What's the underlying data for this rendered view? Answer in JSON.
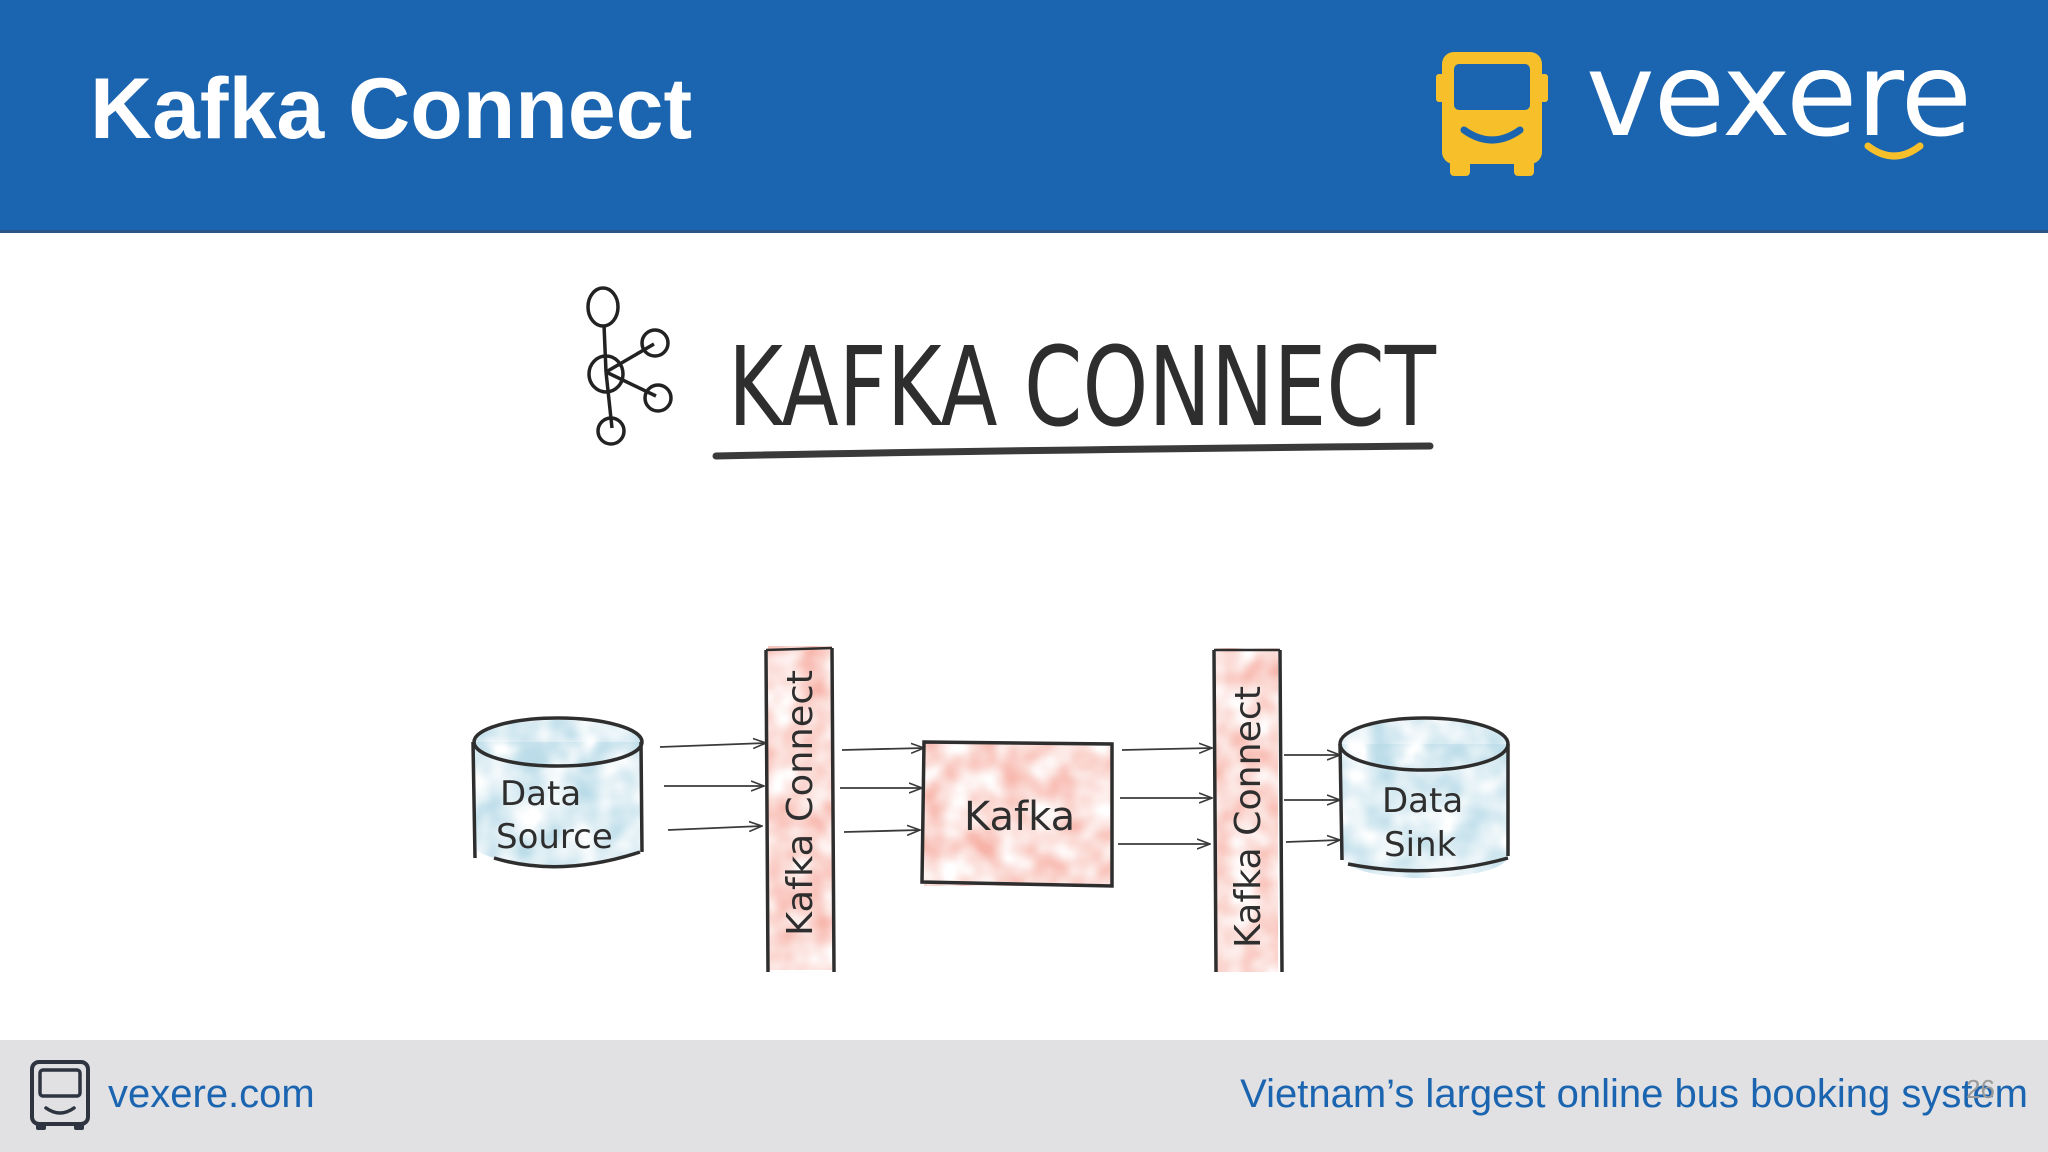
{
  "header": {
    "title": "Kafka Connect",
    "logo_text": "vexere",
    "background": "#1a64b0",
    "logo_icon": "bus-icon",
    "logo_icon_color": "#f7c02b"
  },
  "diagram": {
    "title": "KAFKA CONNECT",
    "title_icon": "kafka-network-icon",
    "nodes": [
      {
        "id": "data-source",
        "shape": "cylinder",
        "lines": [
          "Data",
          "Source"
        ],
        "fill": "#b9dbe8"
      },
      {
        "id": "kafka-connect-source",
        "shape": "vertical-bar",
        "label": "Kafka Connect",
        "fill": "#f7b3a8"
      },
      {
        "id": "kafka",
        "shape": "box",
        "label": "Kafka",
        "fill": "#f7b3a8"
      },
      {
        "id": "kafka-connect-sink",
        "shape": "vertical-bar",
        "label": "Kafka Connect",
        "fill": "#f7b3a8"
      },
      {
        "id": "data-sink",
        "shape": "cylinder",
        "lines": [
          "Data",
          "Sink"
        ],
        "fill": "#b9dbe8"
      }
    ],
    "edges": [
      {
        "from": "data-source",
        "to": "kafka-connect-source",
        "count": 3
      },
      {
        "from": "kafka-connect-source",
        "to": "kafka",
        "count": 3
      },
      {
        "from": "kafka",
        "to": "kafka-connect-sink",
        "count": 3
      },
      {
        "from": "kafka-connect-sink",
        "to": "data-sink",
        "count": 3
      }
    ]
  },
  "footer": {
    "site": "vexere.com",
    "tagline": "Vietnam’s largest online bus booking system",
    "page_number": "26",
    "icon": "bus-outline-icon"
  }
}
